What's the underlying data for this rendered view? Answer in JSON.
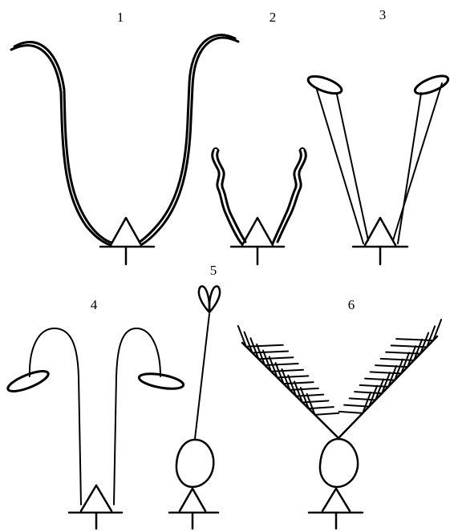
{
  "figure": {
    "panels": [
      {
        "label": "1",
        "structure": "thick-curved-arms"
      },
      {
        "label": "2",
        "structure": "short-wavy-arms"
      },
      {
        "label": "3",
        "structure": "straight-arms-with-oval-tips"
      },
      {
        "label": "4",
        "structure": "hooked-arms-with-oval-tips"
      },
      {
        "label": "5",
        "structure": "single-stalk-with-bud-and-oval-body"
      },
      {
        "label": "6",
        "structure": "feathery-branches-with-oval-body"
      }
    ]
  }
}
